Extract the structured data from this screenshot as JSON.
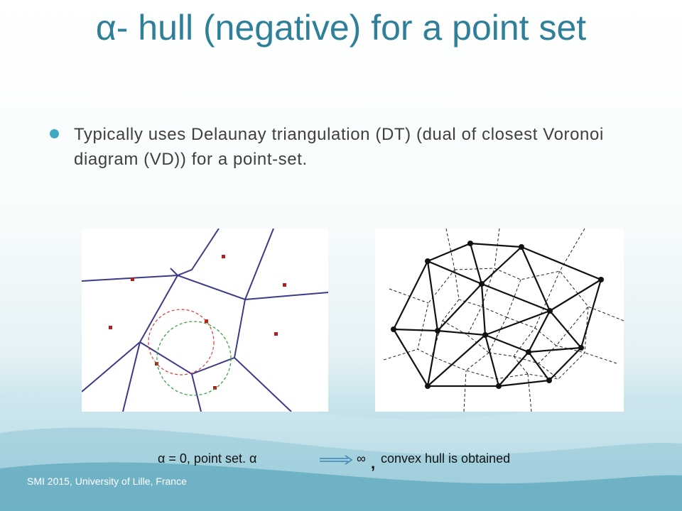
{
  "slide": {
    "title": "α- hull (negative) for a point set",
    "bullet": "Typically uses Delaunay triangulation (DT) (dual of closest Voronoi diagram (VD)) for a point-set.",
    "caption": {
      "left": "α = 0, point set. α",
      "infinity": "∞",
      "comma": ",",
      "right": "convex hull is obtained"
    },
    "footer": "SMI 2015, University of Lille, France"
  },
  "colors": {
    "title": "#2e7f99",
    "bullet_dot": "#3fa9c4",
    "voronoi_edge": "#3b3b8a",
    "site_point": "#b02020",
    "circle_red": "#e23a3a",
    "circle_green": "#2f9a3a",
    "arrow": "#3a84b8"
  },
  "icons": {
    "bullet": "bullet-dot-icon",
    "arrow": "right-arrow-icon"
  }
}
